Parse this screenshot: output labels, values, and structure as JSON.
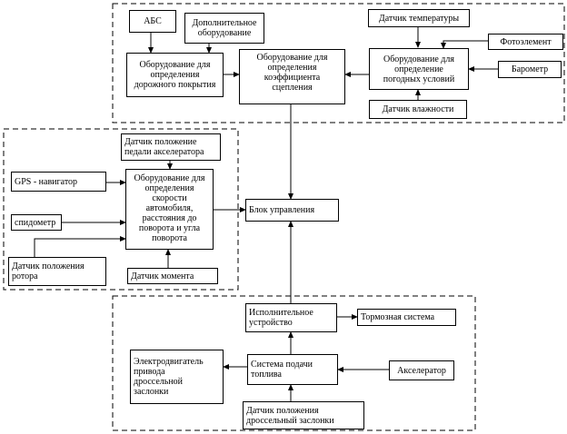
{
  "blocks": {
    "abs": "АБС",
    "extra_equipment": "Дополнительное\nоборудование",
    "road_surface_equipment": "Оборудование для\nопределения\nдорожного покрытия",
    "adhesion_equipment": "Оборудование для\nопределения\nкоэффициента\nсцепления",
    "temperature_sensor": "Датчик температуры",
    "photo_element": "Фотоэлемент",
    "weather_equipment": "Оборудование для\nопределение\nпогодных условий",
    "barometer": "Барометр",
    "humidity_sensor": "Датчик влажности",
    "accel_pedal_sensor": "Датчик положение\nпедали акселератора",
    "gps": "GPS - навигатор",
    "speed_equipment": "Оборудование для\nопределения скорости\nавтомобиля,\nрасстояния до\nповорота и угла\nповорота",
    "speedometer": "спидометр",
    "control_unit": "Блок управления",
    "rotor_sensor": "Датчик положения\nротора",
    "torque_sensor": "Датчик момента",
    "actuator": "Исполнительное\nустройство",
    "brake_system": "Тормозная система",
    "throttle_drive": "Электродвигатель\nпривода\nдроссельной\nзаслонки",
    "fuel_system": "Система подачи\nтоплива",
    "accelerator": "Акселератор",
    "throttle_sensor": "Датчик положения\nдроссельный заслонки"
  }
}
